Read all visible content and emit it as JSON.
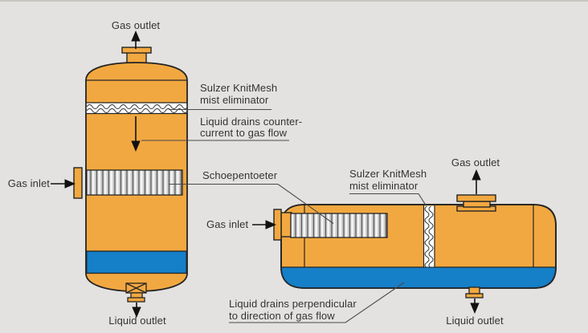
{
  "colors": {
    "background": "#e3e2e0",
    "vessel_orange": "#f2a840",
    "liquid_blue": "#157fc8",
    "outline": "#242424",
    "text": "#333333",
    "leader_line": "#4a4a4a",
    "mist_white": "#ffffff"
  },
  "vertical_vessel": {
    "gas_outlet_label": "Gas outlet",
    "gas_inlet_label": "Gas inlet",
    "liquid_outlet_label": "Liquid outlet",
    "mist_eliminator_label_line1": "Sulzer KnitMesh",
    "mist_eliminator_label_line2": "mist eliminator",
    "liquid_drain_label_line1": "Liquid drains counter-",
    "liquid_drain_label_line2": "current to gas flow",
    "schoepentoeter_label": "Schoepentoeter"
  },
  "horizontal_vessel": {
    "gas_outlet_label": "Gas outlet",
    "gas_inlet_label": "Gas inlet",
    "liquid_outlet_label": "Liquid outlet",
    "mist_eliminator_label_line1": "Sulzer KnitMesh",
    "mist_eliminator_label_line2": "mist eliminator",
    "liquid_drain_label_line1": "Liquid drains perpendicular",
    "liquid_drain_label_line2": "to direction of gas flow"
  }
}
